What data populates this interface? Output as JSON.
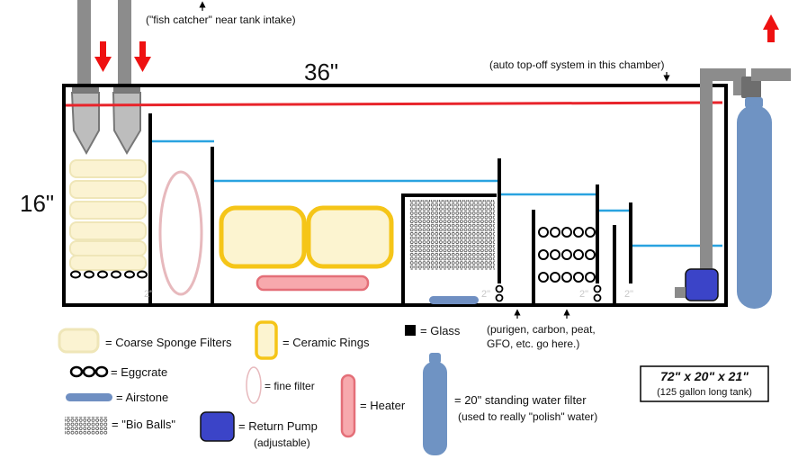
{
  "dimensions": {
    "length": "36\"",
    "height": "16\""
  },
  "annotations": {
    "fish_catcher": "(\"fish catcher\" near tank intake)",
    "auto_topoff": "(auto top-off system in this chamber)",
    "media_note_1": "(purigen, carbon, peat,",
    "media_note_2": "GFO, etc. go here.)",
    "inch_marks": [
      "2\"",
      "2\"",
      "2\"",
      "2\""
    ]
  },
  "legend": {
    "coarse_sponge": "= Coarse Sponge Filters",
    "ceramic_rings": "= Ceramic Rings",
    "glass": "= Glass",
    "eggcrate": "= Eggcrate",
    "fine_filter": "= fine filter",
    "airstone": "= Airstone",
    "heater": "= Heater",
    "standing_filter_1": "= 20\" standing water filter",
    "standing_filter_2": "(used to really \"polish\" water)",
    "bio_balls": "= \"Bio Balls\"",
    "return_pump": "= Return Pump",
    "return_pump_note": "(adjustable)"
  },
  "tank_spec": {
    "size": "72\" x 20\" x 21\"",
    "volume": "(125 gallon long tank)"
  },
  "colors": {
    "water_line": "#29a3e0",
    "overflow_line": "#e8242b",
    "arrow": "#ee1111",
    "sponge_fill": "#fbf3d2",
    "sponge_stroke": "#efe6b8",
    "ceramic_fill": "#fcf4d0",
    "ceramic_stroke": "#f5c518",
    "pipe": "#8c8c8c",
    "heater_fill": "#f7a9ad",
    "heater_stroke": "#e46f78",
    "airstone": "#6f8fc2",
    "filter_canister": "#6f93c3",
    "pump": "#3b44c8"
  }
}
